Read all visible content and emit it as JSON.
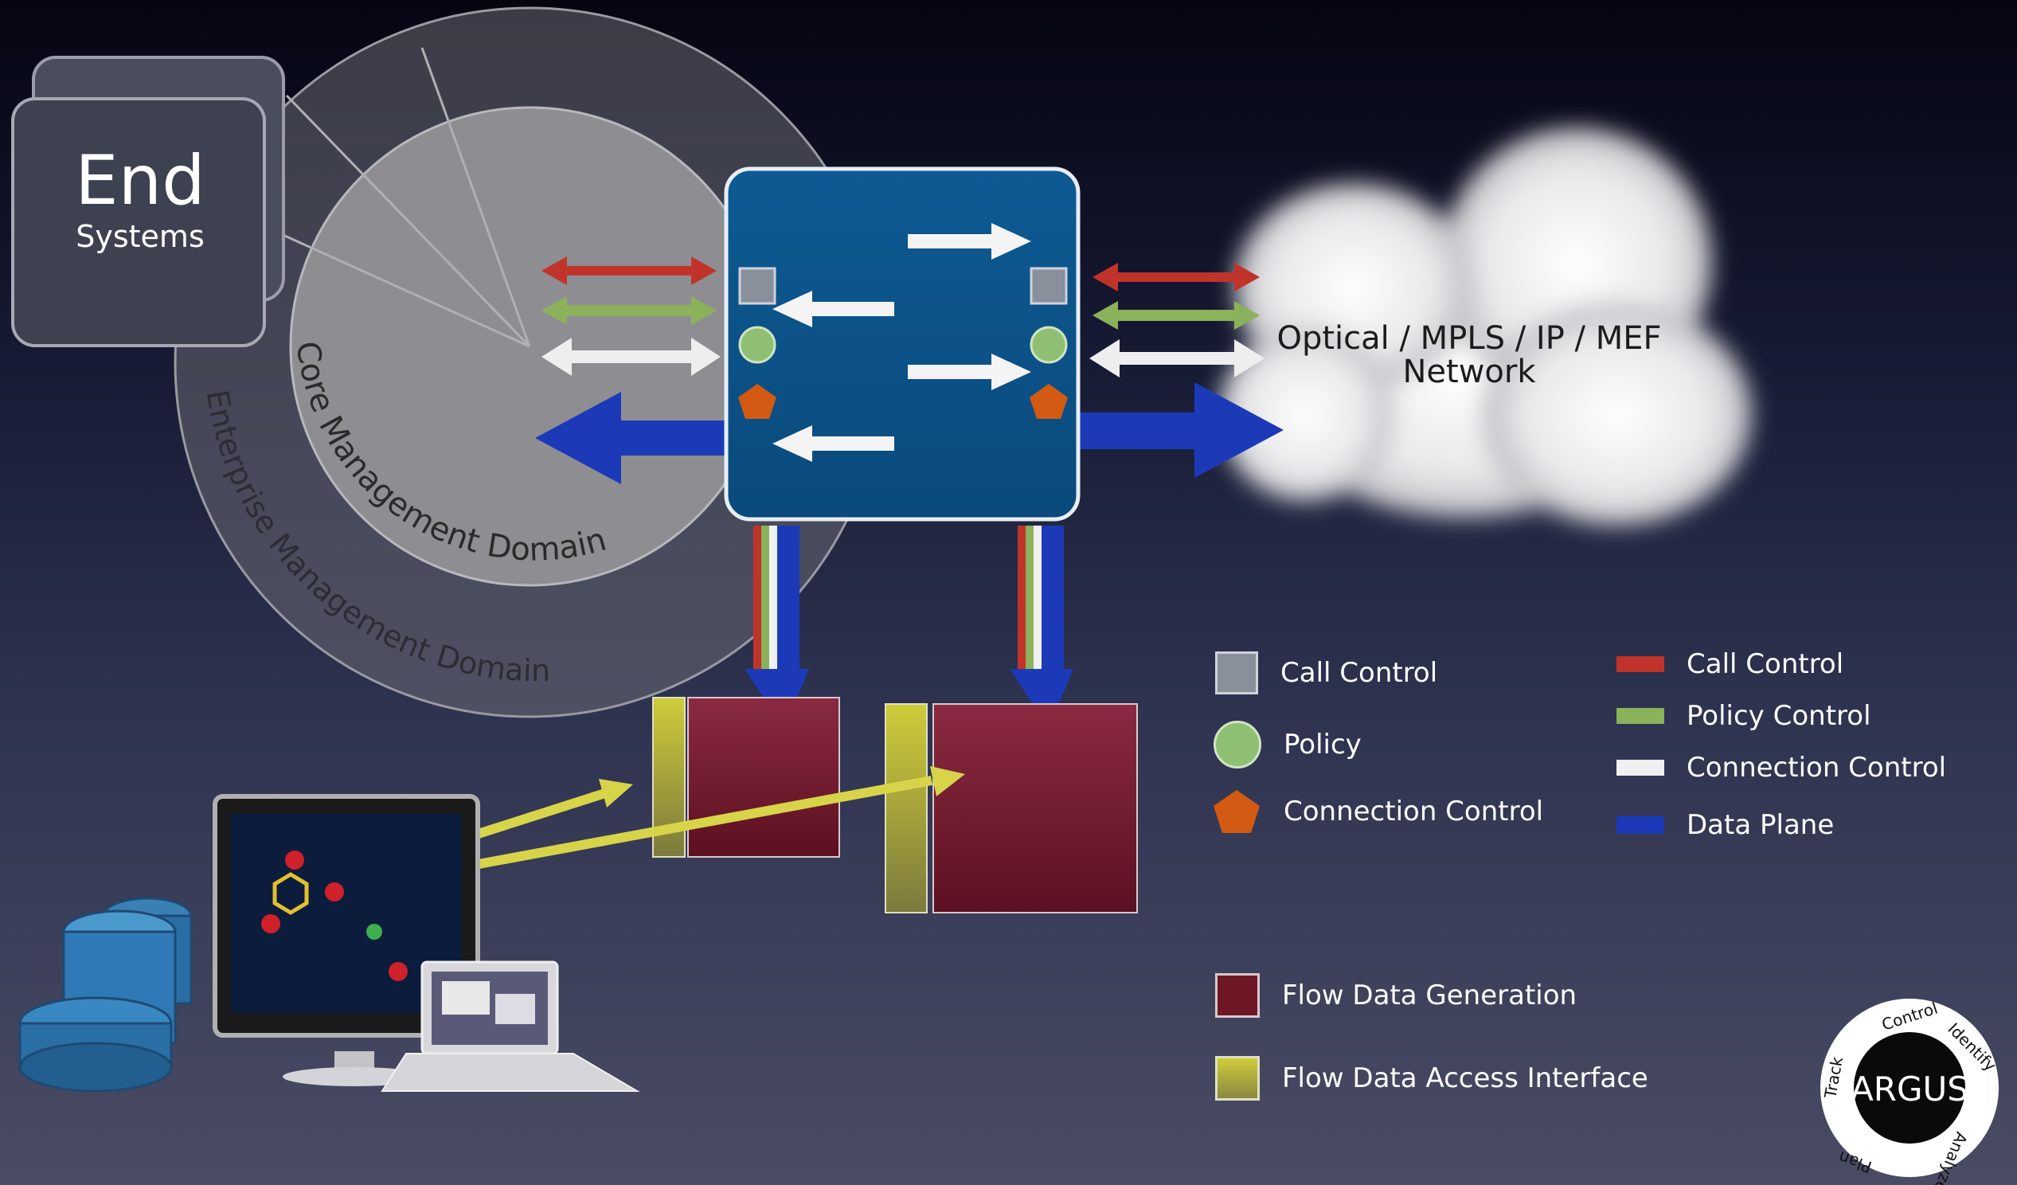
{
  "end_systems": {
    "line1": "End",
    "line2": "Systems"
  },
  "domains": {
    "core": "Core Management Domain",
    "enterprise": "Enterprise Management Domain"
  },
  "network": {
    "line1": "Optical / MPLS / IP / MEF",
    "line2": "Network"
  },
  "legend_shapes": [
    {
      "label": "Call Control",
      "icon": "square-icon",
      "color": "#8a8f9c"
    },
    {
      "label": "Policy",
      "icon": "circle-icon",
      "color": "#8fbf73"
    },
    {
      "label": "Connection Control",
      "icon": "pentagon-icon",
      "color": "#d25a12"
    }
  ],
  "legend_lines": [
    {
      "label": "Call Control",
      "color": "#c0332b"
    },
    {
      "label": "Policy Control",
      "color": "#8bb25a"
    },
    {
      "label": "Connection Control",
      "color": "#f0f0f0"
    },
    {
      "label": "Data Plane",
      "color": "#1c3ab8"
    }
  ],
  "legend_flow": [
    {
      "label": "Flow Data Generation",
      "color": "#6e1826"
    },
    {
      "label": "Flow Data Access Interface",
      "color": "#c4c23a"
    }
  ],
  "argus": {
    "center": "ARGUS",
    "cycle": [
      "Control",
      "Identify",
      "Analyze",
      "Plan",
      "Track"
    ]
  }
}
